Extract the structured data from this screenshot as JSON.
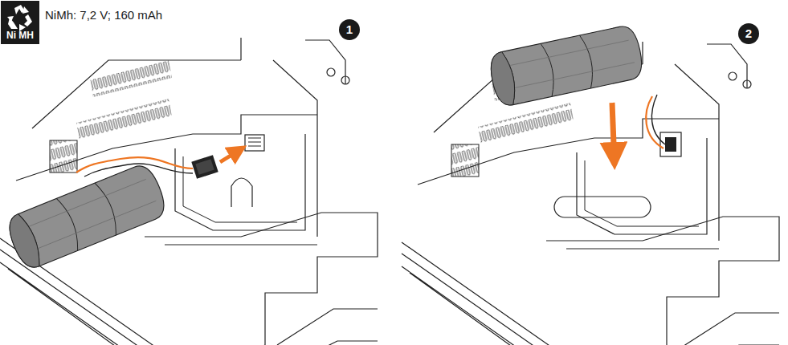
{
  "diagram": {
    "labels": [
      "Ni MH",
      "NiMh: 7,2 V; 160 mAh",
      "1",
      "2"
    ]
  }
}
